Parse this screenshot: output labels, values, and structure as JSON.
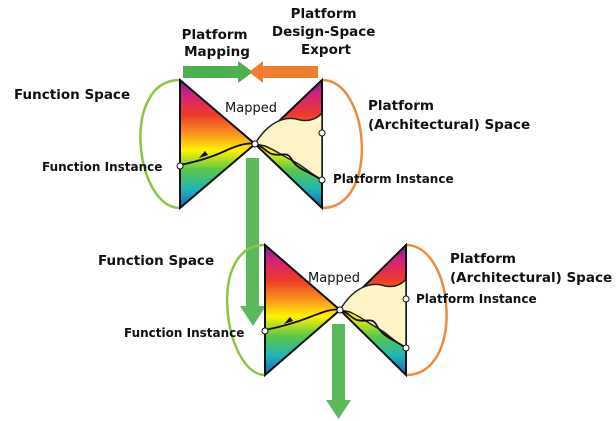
{
  "top_labels": {
    "platform_mapping": [
      "Platform",
      "Mapping"
    ],
    "platform_export": [
      "Platform",
      "Design-Space",
      "Export"
    ]
  },
  "colors": {
    "mapping_arrow": "#4caf50",
    "export_arrow": "#ee7d2e",
    "function_ellipse": "#8cc63f",
    "platform_ellipse": "#f08a3c",
    "down_arrow": "#5cb85c",
    "path_line": "#111111"
  },
  "upper": {
    "function_space": "Function Space",
    "platform_space": [
      "Platform",
      "(Architectural) Space"
    ],
    "mapped": "Mapped",
    "function_instance": "Function Instance",
    "platform_instance": "Platform Instance"
  },
  "lower": {
    "function_space": "Function Space",
    "platform_space": [
      "Platform",
      "(Architectural) Space"
    ],
    "mapped": "Mapped",
    "function_instance": "Function Instance",
    "platform_instance": "Platform Instance"
  }
}
